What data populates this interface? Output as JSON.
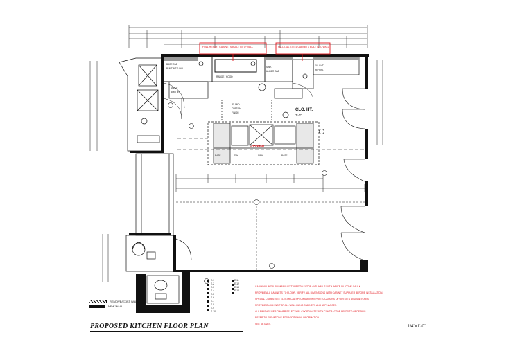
{
  "title": "PROPOSED KITCHEN FLOOR PLAN",
  "scale": "1/4\"=1'-0\"",
  "legend": [
    {
      "swatch": "hatch",
      "label": "REMOVE/EXIST WALL"
    },
    {
      "swatch": "solid",
      "label": "NEW WALL"
    }
  ],
  "red_callouts": {
    "left": "FULL HEIGHT CABINETS BUILT INTO WALL",
    "right": "FULL TALL STEEL CABINETS BUILT INTO WALL",
    "island": "CHANGED"
  },
  "room_labels": {
    "closet": "CLO. HT.",
    "closet_dim": "7'-0\""
  },
  "notes": [
    "CAULK ALL NEW PLUMBING FIXTURES TO FLOOR AND WALLS WITH WHITE SILICONE CAULK.",
    "PROVIDE ALL CABINETS TO FLOOR. VERIFY ALL DIMENSIONS WITH CABINET SUPPLIER BEFORE INSTALLATION.",
    "SPECIAL CODES: SEE ELECTRICAL SPECIFICATIONS FOR LOCATIONS OF OUTLETS AND SWITCHES.",
    "PROVIDE BLOCKING FOR ALL WALL HUNG CABINETS AND APPLIANCES.",
    "ALL FINISHES PER OWNER SELECTION. COORDINATE WITH CONTRACTOR PRIOR TO ORDERING.",
    "REFER TO ELEVATIONS FOR ADDITIONAL INFORMATION.",
    "SEE DETAILS."
  ],
  "schedule_labels": [
    "E-1",
    "E-2",
    "E-3",
    "E-4",
    "E-5",
    "E-6",
    "E-7",
    "E-8",
    "E-9",
    "E-10"
  ],
  "schedule_labels_2": [
    "E-11",
    "E-12",
    "E-13",
    "E-14"
  ],
  "colors": {
    "red": "#e1141b",
    "ink": "#111111"
  }
}
